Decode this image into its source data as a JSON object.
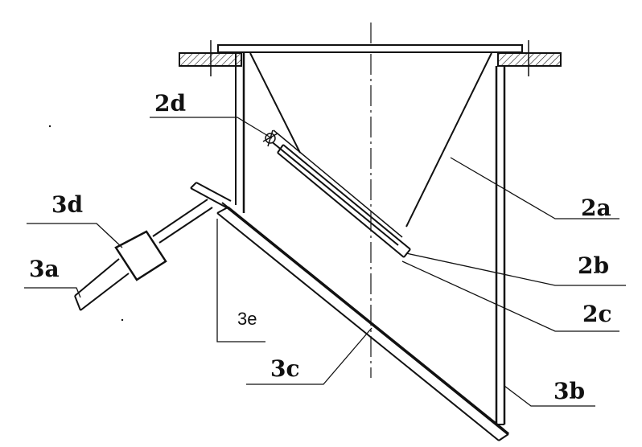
{
  "diagram": {
    "labels": {
      "l2d": "2d",
      "l3d": "3d",
      "l3a": "3a",
      "l3e": "3e",
      "l3c": "3c",
      "l2a": "2a",
      "l2b": "2b",
      "l2c": "2c",
      "l3b": "3b"
    }
  }
}
